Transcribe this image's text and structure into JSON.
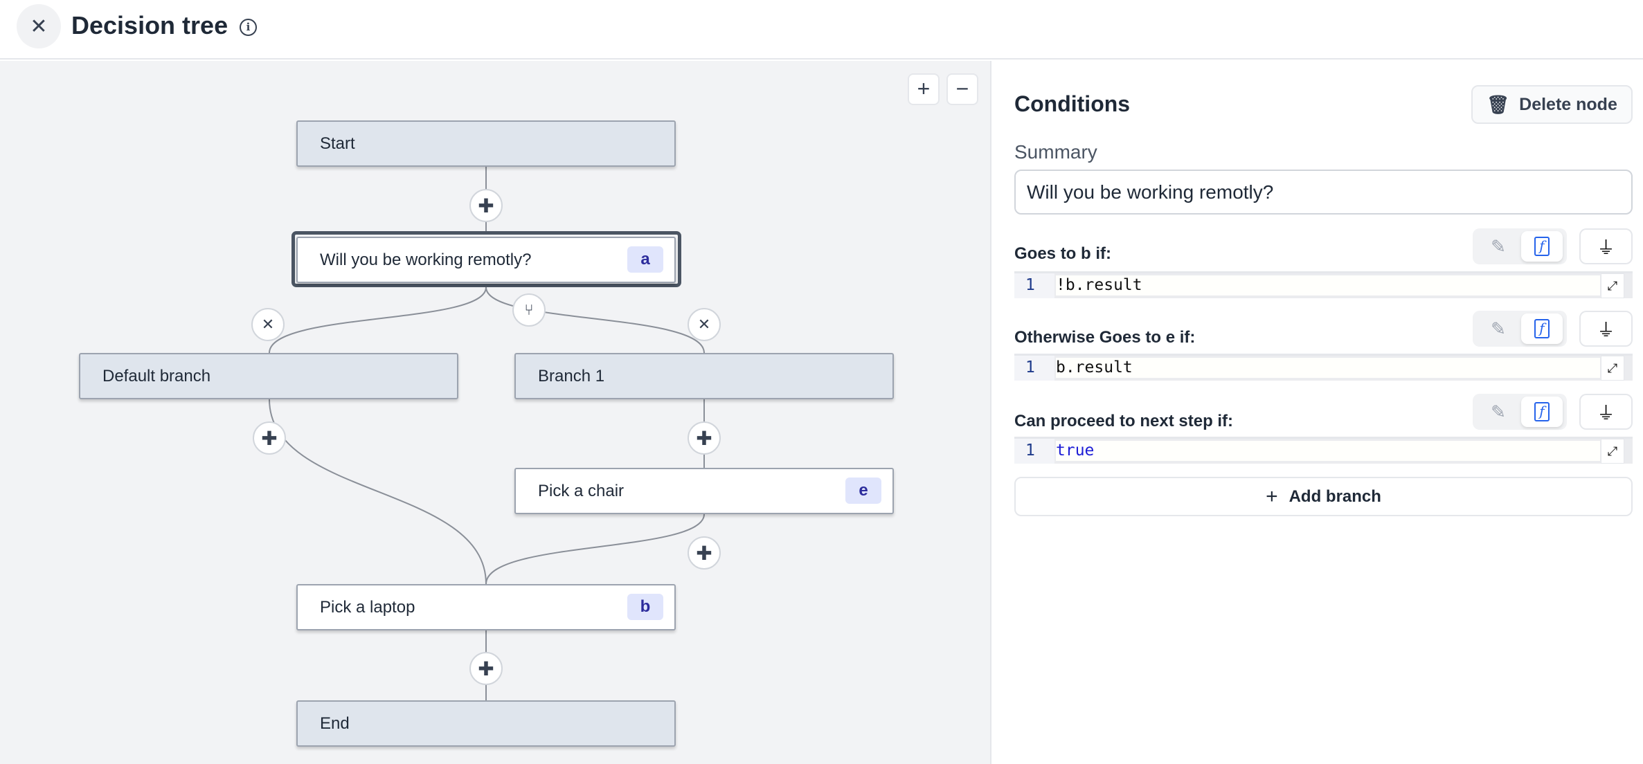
{
  "header": {
    "title": "Decision tree",
    "close_icon": "close-icon",
    "info_icon": "info-icon"
  },
  "canvas": {
    "zoom_in": "+",
    "zoom_out": "−",
    "nodes": {
      "start": {
        "label": "Start"
      },
      "a": {
        "label": "Will you be working remotly?",
        "badge": "a"
      },
      "default": {
        "label": "Default branch"
      },
      "branch1": {
        "label": "Branch 1"
      },
      "e": {
        "label": "Pick a chair",
        "badge": "e"
      },
      "b": {
        "label": "Pick a laptop",
        "badge": "b"
      },
      "end": {
        "label": "End"
      }
    }
  },
  "panel": {
    "title": "Conditions",
    "delete_label": "Delete node",
    "summary_label": "Summary",
    "summary_value": "Will you be working remotly?",
    "conditions": [
      {
        "label": "Goes to b if:",
        "line": "1",
        "code": "!b.result"
      },
      {
        "label": "Otherwise Goes to e if:",
        "line": "1",
        "code": "b.result"
      },
      {
        "label": "Can proceed to next step if:",
        "line": "1",
        "code": "true"
      }
    ],
    "add_branch_label": "Add branch"
  },
  "colors": {
    "accent": "#2563eb",
    "badge_bg": "#e0e5fc",
    "badge_text": "#2c2c9c",
    "node_gray": "#dfe5ed",
    "canvas_bg": "#f2f3f5"
  }
}
